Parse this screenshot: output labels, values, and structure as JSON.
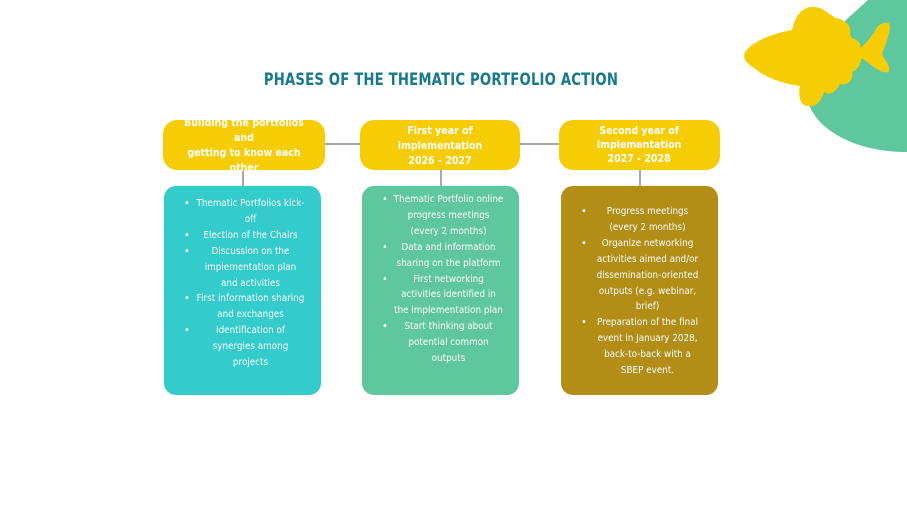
{
  "title": "PHASES OF THE THEMATIC PORTFOLIO ACTION",
  "colors": {
    "title": "#177a8c",
    "header": "#f6cd05",
    "phase1": "#33cbcb",
    "phase2": "#5ec79e",
    "phase3": "#b38e17",
    "connector": "#a8a8a8",
    "decor_blob": "#5ec79e",
    "decor_fish": "#f6cd05"
  },
  "phases": [
    {
      "header_lines": [
        "Building the portfolios and",
        "getting to know each other"
      ],
      "items": [
        "Thematic Portfolios kick-off",
        "Election of the Chairs",
        "Discussion on the implementation plan and activities",
        "First information sharing and exchanges",
        "Identification of synergies among projects"
      ]
    },
    {
      "header_lines": [
        "First year of implementation",
        "2026 - 2027"
      ],
      "items": [
        "Thematic Portfolio online progress meetings (every 2 months)",
        "Data and information sharing on the platform",
        "First networking activities identified in the implementation plan",
        "Start thinking about potential common outputs"
      ]
    },
    {
      "header_lines": [
        "Second year of",
        "implementation",
        "2027 - 2028"
      ],
      "items": [
        "Progress meetings (every 2 months)",
        "Organize networking activities aimed and/or dissemination-oriented outputs (e.g. webinar, brief)",
        "Preparation of the final event in January 2028, back-to-back with a SBEP event."
      ]
    }
  ],
  "decorations": {
    "top_right": "fish-icon"
  }
}
